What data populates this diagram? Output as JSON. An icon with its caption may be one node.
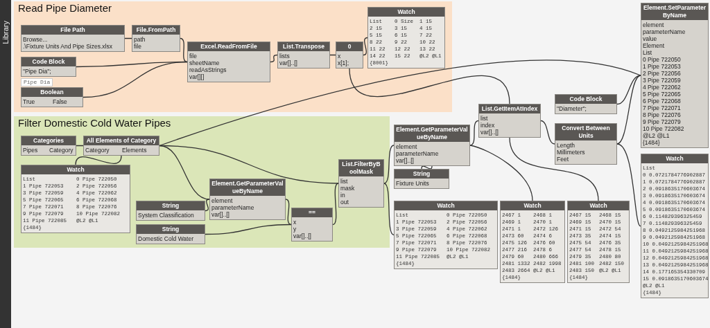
{
  "diagram": {
    "nodes": [
      {
        "text": [
          "Read Pipe Diameter"
        ]
      },
      {
        "text": [
          "File Path",
          "Browse...",
          ".\\Fixture Units And Pipe Sizes.xlsx"
        ],
        "in": 0
      },
      {
        "text": [
          "File.FromPath",
          "path",
          "file"
        ],
        "in": 0
      },
      {
        "text": [
          "Code Block",
          "\"Pipe Dia\";"
        ],
        "beside": [
          "Pipe Dia"
        ],
        "in": 0
      },
      {
        "text": [
          "Boolean",
          "True",
          "False"
        ],
        "in": 0
      },
      {
        "text": [
          "Excel.ReadFromFile",
          "file",
          "sheetName",
          "readAsStrings",
          "var[][]"
        ],
        "in": 0
      },
      {
        "text": [
          "List.Transpose",
          "lists",
          "var[]..[]"
        ],
        "in": 0
      },
      {
        "text": [
          "0",
          "x",
          "x[1];"
        ],
        "in": 0
      },
      {
        "text": [
          "Watch",
          "List",
          "0 Size",
          "1 15",
          "2 15",
          "3 15",
          "4 15",
          "5 15",
          "6 15",
          "7 22",
          "8 22",
          "9 22",
          "10 22",
          "11 22",
          "12 22",
          "13 22",
          "14 22",
          "15 22",
          "@L2 @L1",
          "{8001}"
        ],
        "in": 0
      },
      {
        "text": [
          "Filter Domestic Cold Water Pipes"
        ]
      },
      {
        "text": [
          "Categories",
          "Pipes",
          "Category"
        ],
        "in": 9
      },
      {
        "text": [
          "All Elements of Category",
          "Category",
          "Elements"
        ],
        "in": 9
      },
      {
        "text": [
          "String",
          "System Classification"
        ],
        "in": 9
      },
      {
        "text": [
          "Element.GetParameterValueByName",
          "element",
          "parameterName",
          "var[]..[]"
        ],
        "in": 9
      },
      {
        "text": [
          "Watch",
          "List",
          "0 Pipe 722050",
          "1 Pipe 722053",
          "2 Pipe 722056",
          "3 Pipe 722059",
          "4 Pipe 722062",
          "5 Pipe 722065",
          "6 Pipe 722068",
          "7 Pipe 722071",
          "8 Pipe 722076",
          "9 Pipe 722079",
          "10 Pipe 722082",
          "11 Pipe 722085",
          "@L2 @L1",
          "{1484}"
        ],
        "in": 9
      },
      {
        "text": [
          "String",
          "Domestic Cold Water"
        ],
        "in": 9
      },
      {
        "text": [
          "==",
          "x",
          "y",
          "var[]..[]"
        ],
        "in": 9
      },
      {
        "text": [
          "List.FilterByBoolMask",
          "list",
          "mask",
          "in",
          "out"
        ],
        "in": 9
      },
      {
        "text": [
          "Element.GetParameterValueByName",
          "element",
          "parameterName",
          "var[]..[]"
        ]
      },
      {
        "text": [
          "String",
          "Fixture Units"
        ]
      },
      {
        "text": [
          "Watch",
          "List",
          "0 Pipe 722050",
          "1 Pipe 722053",
          "2 Pipe 722056",
          "3 Pipe 722059",
          "4 Pipe 722062",
          "5 Pipe 722065",
          "6 Pipe 722068",
          "7 Pipe 722071",
          "8 Pipe 722076",
          "9 Pipe 722079",
          "10 Pipe 722082",
          "11 Pipe 722085",
          "@L2 @L1",
          "{1484}"
        ]
      },
      {
        "text": [
          "Watch",
          "2467 1",
          "2468 1",
          "2469 1",
          "2470 1",
          "2471 1",
          "2472 126",
          "2473 60",
          "2474 6",
          "2475 126",
          "2476 60",
          "2477 216",
          "2478 6",
          "2479 60",
          "2480 666",
          "2481 1332",
          "2482 1998",
          "2483 2664",
          "@L2 @L1",
          "{1484}"
        ]
      },
      {
        "text": [
          "List.GetItemAtIndex",
          "list",
          "index",
          "var[]..[]"
        ]
      },
      {
        "text": [
          "Watch",
          "2467 15",
          "2468 15",
          "2469 15",
          "2470 15",
          "2471 15",
          "2472 54",
          "2473 35",
          "2474 15",
          "2475 54",
          "2476 35",
          "2477 54",
          "2478 15",
          "2479 35",
          "2480 80",
          "2481 100",
          "2482 150",
          "2483 150",
          "@L2 @L1",
          "{1484}"
        ]
      },
      {
        "text": [
          "Convert Between Units",
          "Length",
          "Millimeters",
          "Feet"
        ]
      },
      {
        "text": [
          "Code Block",
          "\"Diameter\";"
        ]
      },
      {
        "text": [
          "Element.SetParameterByName",
          "element",
          "parameterName",
          "value",
          "Element",
          "List",
          "0 Pipe 722050",
          "1 Pipe 722053",
          "2 Pipe 722056",
          "3 Pipe 722059",
          "4 Pipe 722062",
          "5 Pipe 722065",
          "6 Pipe 722068",
          "7 Pipe 722071",
          "8 Pipe 722076",
          "9 Pipe 722079",
          "10 Pipe 722082",
          "@L2 @L1",
          "{1484}"
        ]
      },
      {
        "text": [
          "Watch",
          "List",
          "0 0.0721784776902887",
          "1 0.0721784776902887",
          "2 0.0918635170603674",
          "3 0.0918635170603674",
          "4 0.0918635170603674",
          "5 0.0918635170603674",
          "6 0.114829396325459",
          "7 0.114829396325459",
          "8 0.0492125984251968",
          "9 0.0492125984251968",
          "10 0.0492125984251968",
          "11 0.0492125984251968",
          "12 0.0492125984251968",
          "13 0.0492125984251968",
          "14 0.177165354330709",
          "15 0.0918635170603674",
          "@L2 @L1",
          "{1484}"
        ]
      }
    ],
    "edges": [
      {
        "from": 1,
        "to": 2,
        "arrow": "none"
      },
      {
        "from": 2,
        "to": 5,
        "arrow": "none"
      },
      {
        "from": 3,
        "to": 5,
        "arrow": "none"
      },
      {
        "from": 4,
        "to": 5,
        "arrow": "none"
      },
      {
        "from": 5,
        "to": 6,
        "arrow": "none"
      },
      {
        "from": 6,
        "to": 7,
        "arrow": "none"
      },
      {
        "from": 7,
        "to": 8,
        "arrow": "none"
      },
      {
        "from": 7,
        "to": 22,
        "arrow": "none"
      },
      {
        "from": 10,
        "to": 11,
        "arrow": "none"
      },
      {
        "from": 11,
        "to": 13,
        "arrow": "none"
      },
      {
        "from": 11,
        "to": 14,
        "arrow": "none"
      },
      {
        "from": 11,
        "to": 17,
        "arrow": "none"
      },
      {
        "from": 11,
        "to": 26,
        "arrow": "none"
      },
      {
        "from": 12,
        "to": 13,
        "arrow": "none"
      },
      {
        "from": 13,
        "to": 16,
        "arrow": "none"
      },
      {
        "from": 15,
        "to": 16,
        "arrow": "none"
      },
      {
        "from": 16,
        "to": 17,
        "arrow": "none"
      },
      {
        "from": 17,
        "to": 18,
        "arrow": "none"
      },
      {
        "from": 17,
        "to": 20,
        "arrow": "none"
      },
      {
        "from": 19,
        "to": 18,
        "arrow": "none"
      },
      {
        "from": 18,
        "to": 21,
        "arrow": "none"
      },
      {
        "from": 18,
        "to": 22,
        "arrow": "none"
      },
      {
        "from": 22,
        "to": 23,
        "arrow": "none"
      },
      {
        "from": 22,
        "to": 24,
        "arrow": "none"
      },
      {
        "from": 24,
        "to": 26,
        "arrow": "none"
      },
      {
        "from": 24,
        "to": 27,
        "arrow": "none"
      },
      {
        "from": 25,
        "to": 26,
        "arrow": "none"
      }
    ],
    "labels": [
      "Library"
    ]
  }
}
